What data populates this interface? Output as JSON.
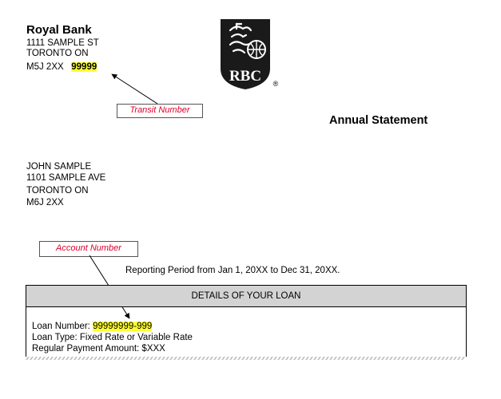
{
  "bank": {
    "name": "Royal Bank",
    "address_line1": "1111 SAMPLE ST",
    "address_line2": "TORONTO ON",
    "postal_code": "M5J 2XX",
    "transit_number": "99999"
  },
  "logo": {
    "text": "RBC",
    "registered_mark": "®",
    "colors": {
      "background": "#1a1a1a",
      "text": "#ffffff"
    }
  },
  "callouts": {
    "transit": "Transit Number",
    "account": "Account Number"
  },
  "statement": {
    "title": "Annual Statement"
  },
  "customer": {
    "name": "JOHN SAMPLE",
    "address_line1": "1101 SAMPLE AVE",
    "address_line2": "TORONTO ON",
    "postal_code": "M6J 2XX"
  },
  "reporting_period": "Reporting Period from Jan 1, 20XX to Dec 31, 20XX.",
  "details": {
    "header": "DETAILS OF YOUR LOAN",
    "loan_number_label": "Loan Number: ",
    "loan_number_value": "99999999-999",
    "loan_type": "Loan Type: Fixed Rate or Variable Rate",
    "regular_payment": "Regular Payment Amount: $XXX"
  },
  "colors": {
    "highlight": "#ffff33",
    "callout_text": "#e0002a",
    "header_fill": "#d3d3d3"
  }
}
